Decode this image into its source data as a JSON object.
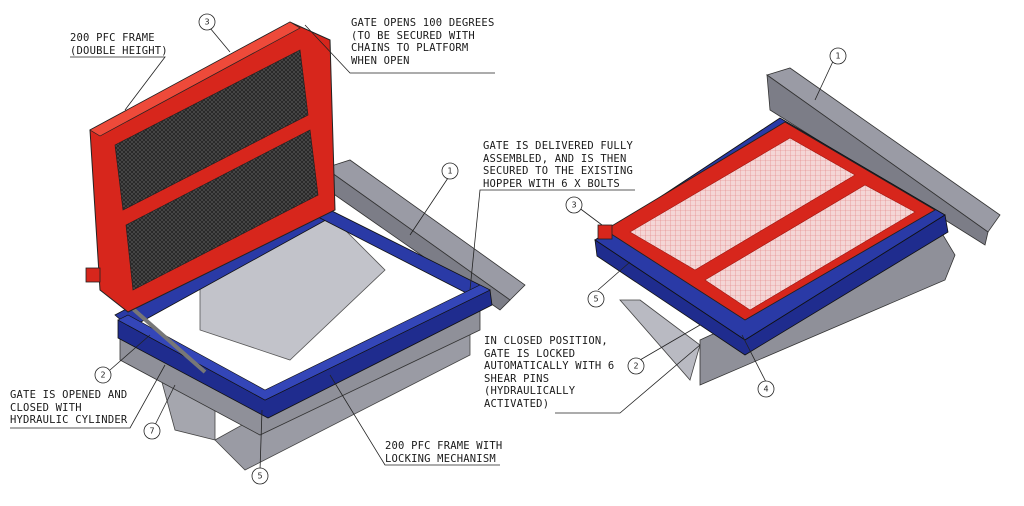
{
  "notes": {
    "pfc_double": [
      "200 PFC FRAME",
      "(DOUBLE HEIGHT)"
    ],
    "gate_opens": [
      "GATE OPENS 100 DEGREES",
      "(TO BE SECURED WITH",
      "CHAINS TO PLATFORM",
      "WHEN OPEN"
    ],
    "delivered": [
      "GATE IS DELIVERED FULLY",
      "ASSEMBLED, AND IS THEN",
      "SECURED TO THE EXISTING",
      "HOPPER WITH 6 X BOLTS"
    ],
    "hydraulic": [
      "GATE IS OPENED AND",
      "CLOSED WITH",
      "HYDRAULIC CYLINDER"
    ],
    "locking": [
      "200 PFC FRAME WITH",
      "LOCKING MECHANISM"
    ],
    "closed": [
      "IN CLOSED POSITION,",
      "GATE IS LOCKED",
      "AUTOMATICALLY WITH 6",
      "SHEAR PINS",
      "(HYDRAULICALLY",
      "ACTIVATED)"
    ]
  },
  "balloons": {
    "b_left_3": "3",
    "b_left_1": "1",
    "b_left_2": "2",
    "b_left_7": "7",
    "b_left_5": "5",
    "b_right_1": "1",
    "b_right_3": "3",
    "b_right_5": "5",
    "b_right_2": "2",
    "b_right_4": "4"
  },
  "colors": {
    "frame_red": "#d7261c",
    "frame_blue": "#22309a",
    "steel_gray": "#8e8f99",
    "plate_gray": "#b9bac2",
    "mesh_dark": "#3a3a3a"
  }
}
